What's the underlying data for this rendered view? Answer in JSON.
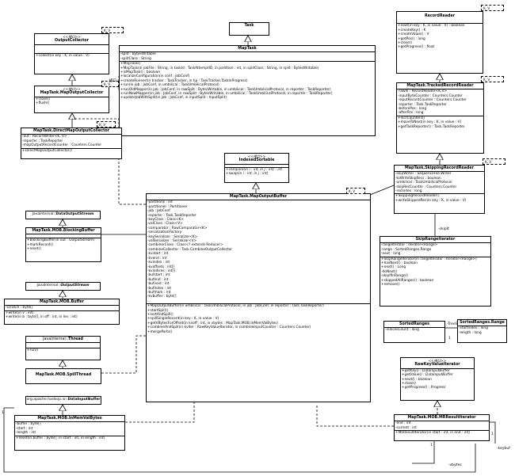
{
  "classes": {
    "task": {
      "name": "Task"
    },
    "maptask": {
      "name": "MapTask",
      "attrs": [
        "-split : BytesWritable",
        "-splitClass : String"
      ],
      "ops": [
        "+MapTask()",
        "+MapTask(in jobFile : String, in taskId : TaskAttemptID, in partition : int, in splitClass : String, in split : BytesWritable)",
        "+isMapTask() : boolean",
        "+localizeConfiguration(in conf : JobConf)",
        "+createRunner(in tracker : TaskTracker, in tip : TaskTracker.TaskInProgress)",
        "+run(in job : JobConf, in umbilical : TaskUmbilicalProtocol)",
        "+runOldMapper(in job : JobConf, in rawSplit : BytesWritable, in umbilical : TaskUmbilicalProtocol, in reporter : TaskReporter)",
        "+runNewMapper(in job : JobConf, in rawSplit : BytesWritable, in umbilical : TaskUmbilicalProtocol, in reporter : TaskReporter)",
        "+updateJobWithSplit(in job : JobConf, in inputSplit : InputSplit)"
      ]
    },
    "outputcollector": {
      "stereo": "<<接口>>",
      "name": "OutputCollector",
      "ops": [
        "+collect(in key : K, in value : V)"
      ]
    },
    "mapoutputcollector": {
      "stereo": "<<接口>>",
      "name": "MapTask.MapOutputCollector",
      "ops": [
        "+close()",
        "+flush()"
      ]
    },
    "directmapoutputcollector": {
      "name": "MapTask.DirectMapOutputCollector",
      "attrs": [
        "-out : RecordWriter<K, V>",
        "-reporter : TaskReporter",
        "-mapOutputRecordCounter : Counters.Counter"
      ],
      "ops": [
        "+DirectMapOutputCollector()"
      ]
    },
    "dataoutputstream": {
      "pkg": "JavaInternal::",
      "name": "DataOutputStream"
    },
    "blockingbuffer": {
      "name": "MapTask.MOB.BlockingBuffer",
      "ops": [
        "+BlockingBuffer(in out : OutputStream)",
        "+markRecord()",
        "+reset()"
      ]
    },
    "outputstream": {
      "pkg": "JavaInternal::",
      "name": "OutputStream"
    },
    "buffer": {
      "name": "MapTask.MOB.Buffer",
      "attrs": [
        "-scratch : byte[]"
      ],
      "ops": [
        "+write(in v : int)",
        "+write(in b : byte[], in off : int, in len : int)"
      ]
    },
    "thread": {
      "pkg": "JavaInternal::",
      "name": "Thread"
    },
    "thread_ops": [
      "+run()"
    ],
    "spillthread": {
      "name": "MapTask.MOB.SpillThread"
    },
    "datainputbuffer": {
      "pkg": "org.apache.hadoop.io::",
      "name": "DataInputBuffer"
    },
    "inmemvalbytes": {
      "name": "MapTask.MOB.InMemValBytes",
      "attrs": [
        "-buffer : byte[]",
        "-start : int",
        "-length : int"
      ],
      "ops": [
        "+reset(in buffer : byte[], in start : int, in length : int)"
      ]
    },
    "indexedsortable": {
      "stereo": "<<接口>>",
      "name": "IndexedSortable",
      "ops": [
        "+compare(in i : int, in j : int) : int",
        "+swap(in i : int, in j : int)"
      ]
    },
    "mapoutputbuffer": {
      "name": "MapTask.MapOutputBuffer",
      "attrs": [
        "-partitions : int",
        "-partitioner : Partitioner",
        "-job : JobConf",
        "-reporter : Task.TaskReporter",
        "-keyClass : Class<K>",
        "-valClass : Class<V>",
        "-comparator : RawComparator<K>",
        "-serializationFactory",
        "-keySerializer : Serializer<K>",
        "-valSerializer : Serializer<V>",
        "-combinerClass : Class<? extends Reducer>",
        "-combineCollector : Task.CombineOutputCollector",
        "-kvstart : int",
        "-kvend : int",
        "-kvindex : int",
        "-kvoffsets : int[]",
        "-kvindices : int[]",
        "-bufstart : int",
        "-bufend : int",
        "-bufvoid : int",
        "-bufindex : int",
        "-bufmark : int",
        "-kvbuffer : byte[]",
        "..."
      ],
      "ops": [
        "+MapOutputBuffer(in umbilical : TaskUmbilicalProtocol, in job : JobConf, in reporter : Task.TaskReporter)",
        "+startSpill()",
        "+sortAndSpill()",
        "+spillSingleRecord(in key : K, in value : V)",
        "+getVBytesForOffset(in kvoff : int, in vbytes : MapTask.MOB.InMemValBytes)",
        "+combineAndSpill(in kvIter : RawKeyValueIterator, in combineInputCounter : Counters.Counter)",
        "+mergeParts()"
      ]
    },
    "recordreader": {
      "name": "RecordReader",
      "ops": [
        "+next(in key : K, in value : V) : boolean",
        "+createKey() : K",
        "+createValue() : V",
        "+getPos() : long",
        "+close()",
        "+getProgress() : float"
      ]
    },
    "trackedrecordreader": {
      "name": "MapTask.TrackedRecordReader",
      "attrs": [
        "-rawIn : RecordReader<K,V>",
        "-inputByteCounter : Counters.Counter",
        "-inputRecordCounter : Counters.Counter",
        "-reporter : Task.TaskReporter",
        "-beforePos : long",
        "-afterPos : long"
      ],
      "ops": [
        "+incrCounters()",
        "+moveToNext(in key : K, in value : V)",
        "+getTaskReporter() : Task.TaskReporter"
      ]
    },
    "skippingrecordreader": {
      "name": "MapTask.SkippingRecordReader",
      "attrs": [
        "-skipWriter : SequenceFile.Writer",
        "-toWriteSkipRecs : boolean",
        "-umbilical : TaskUmbilicalProtocol",
        "-skipRecCounter : Counters.Counter",
        "-recIndex : long"
      ],
      "ops": [
        "+SkippingRecordReader()",
        "+writeSkippedRec(in key : K, in value : V)"
      ]
    },
    "skiprangeiterator": {
      "name": "SkipRangeIterator",
      "attrs": [
        "-rangeIterator : Iterator<Range>",
        "-range : SortedRanges.Range",
        "-next : long"
      ],
      "ops": [
        "+SkipRangeIterator(in rangeIterator : Iterator<Range>)",
        "+hasNext() : boolean",
        "+next() : Long",
        "-doNext()",
        "-skipIfInRange()",
        "+skippedAllRanges() : boolean",
        "+remove()"
      ]
    },
    "sortedranges": {
      "name": "SortedRanges",
      "attrs": [
        "-indicesCount : long"
      ]
    },
    "sortedrangesrange": {
      "name": "SortedRanges.Range",
      "attrs": [
        "-startIndex : long",
        "-length : long"
      ]
    },
    "rawkeyvalueiterator": {
      "stereo": "<<接口>>",
      "name": "RawKeyValueIterator",
      "ops": [
        "+getKey() : DataInputBuffer",
        "+getValue() : DataInputBuffer",
        "+next() : boolean",
        "+close()",
        "+getProgress() : Progress"
      ]
    },
    "mrresultiterator": {
      "name": "MapTask.MOB.MRResultIterator",
      "attrs": [
        "-end : int",
        "-current : int"
      ],
      "ops": [
        "+MRResultIterator(in start : int, in end : int)"
      ]
    }
  },
  "templates": {
    "oc": "K, V",
    "moc": "K, V",
    "dmoc": "K, V",
    "mob": "K, V",
    "rr": "K, V",
    "trr": "K, V",
    "srr": "K, V"
  },
  "labels": {
    "ref_interface": "接口",
    "skipit": "-skipIt",
    "treeset": "-TreeSet<",
    "mult1a": "1",
    "mult1b": "*",
    "mult1c": "1",
    "mult1d": "1",
    "vbytes": "-vbytes",
    "keybuf": "-keybuf",
    "leftmark": "1"
  }
}
